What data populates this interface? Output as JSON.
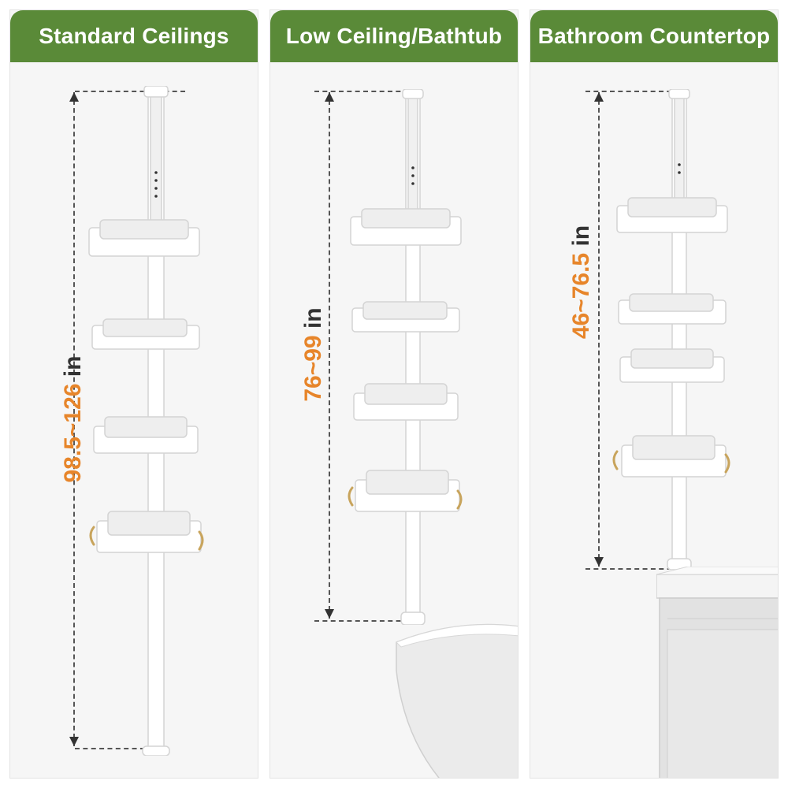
{
  "accent_color": "#5a8a38",
  "range_color": "#e7852a",
  "panels": [
    {
      "title": "Standard Ceilings",
      "range": "98.5~126",
      "unit": "in"
    },
    {
      "title": "Low Ceiling/Bathtub",
      "range": "76~99",
      "unit": "in"
    },
    {
      "title": "Bathroom Countertop",
      "range": "46~76.5",
      "unit": "in"
    }
  ]
}
